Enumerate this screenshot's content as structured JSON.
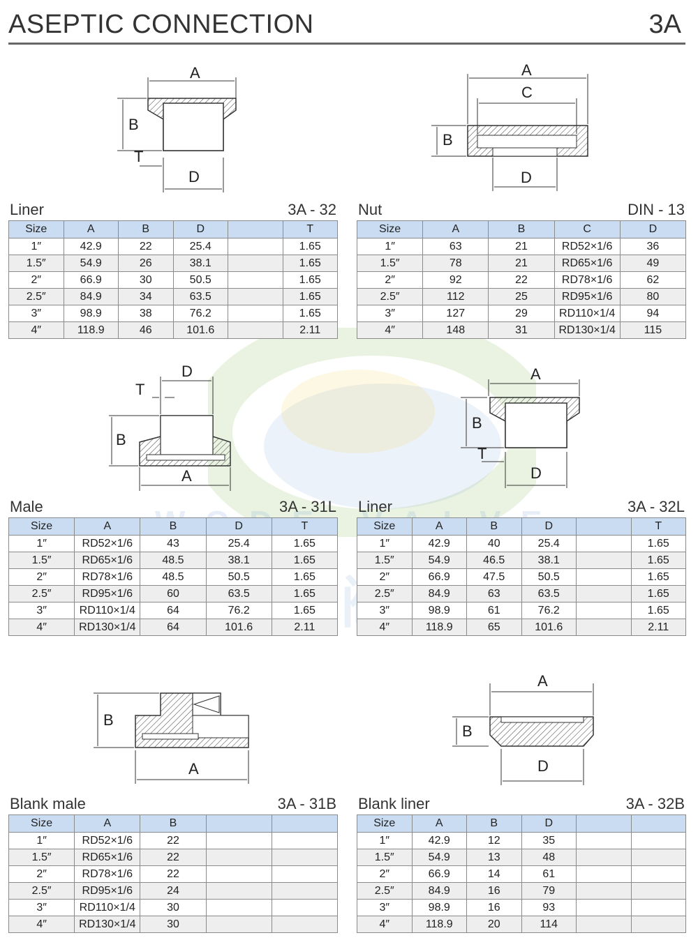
{
  "header": {
    "title": "ASEPTIC CONNECTION",
    "code": "3A"
  },
  "watermark": {
    "latin": "WODE VALVE",
    "chinese": "沃德阀业"
  },
  "diagrams": {
    "liner32": {
      "labels": [
        "A",
        "B",
        "T",
        "D"
      ]
    },
    "nut": {
      "labels": [
        "A",
        "C",
        "B",
        "D"
      ]
    },
    "male": {
      "labels": [
        "D",
        "T",
        "B",
        "A"
      ]
    },
    "liner32L": {
      "labels": [
        "A",
        "B",
        "T",
        "D"
      ]
    },
    "blankMale": {
      "labels": [
        "B",
        "A"
      ]
    },
    "blankLiner": {
      "labels": [
        "A",
        "B",
        "D"
      ]
    }
  },
  "tables": {
    "liner32": {
      "name": "Liner",
      "std": "3A - 32",
      "headers": [
        "Size",
        "A",
        "B",
        "D",
        "",
        "T"
      ],
      "rows": [
        [
          "1″",
          "42.9",
          "22",
          "25.4",
          "",
          "1.65"
        ],
        [
          "1.5″",
          "54.9",
          "26",
          "38.1",
          "",
          "1.65"
        ],
        [
          "2″",
          "66.9",
          "30",
          "50.5",
          "",
          "1.65"
        ],
        [
          "2.5″",
          "84.9",
          "34",
          "63.5",
          "",
          "1.65"
        ],
        [
          "3″",
          "98.9",
          "38",
          "76.2",
          "",
          "1.65"
        ],
        [
          "4″",
          "118.9",
          "46",
          "101.6",
          "",
          "2.11"
        ]
      ]
    },
    "nut": {
      "name": "Nut",
      "std": "DIN - 13",
      "headers": [
        "Size",
        "A",
        "B",
        "C",
        "D"
      ],
      "rows": [
        [
          "1″",
          "63",
          "21",
          "RD52×1/6",
          "36"
        ],
        [
          "1.5″",
          "78",
          "21",
          "RD65×1/6",
          "49"
        ],
        [
          "2″",
          "92",
          "22",
          "RD78×1/6",
          "62"
        ],
        [
          "2.5″",
          "112",
          "25",
          "RD95×1/6",
          "80"
        ],
        [
          "3″",
          "127",
          "29",
          "RD110×1/4",
          "94"
        ],
        [
          "4″",
          "148",
          "31",
          "RD130×1/4",
          "115"
        ]
      ]
    },
    "male": {
      "name": "Male",
      "std": "3A - 31L",
      "headers": [
        "Size",
        "A",
        "B",
        "D",
        "T"
      ],
      "rows": [
        [
          "1″",
          "RD52×1/6",
          "43",
          "25.4",
          "1.65"
        ],
        [
          "1.5″",
          "RD65×1/6",
          "48.5",
          "38.1",
          "1.65"
        ],
        [
          "2″",
          "RD78×1/6",
          "48.5",
          "50.5",
          "1.65"
        ],
        [
          "2.5″",
          "RD95×1/6",
          "60",
          "63.5",
          "1.65"
        ],
        [
          "3″",
          "RD110×1/4",
          "64",
          "76.2",
          "1.65"
        ],
        [
          "4″",
          "RD130×1/4",
          "64",
          "101.6",
          "2.11"
        ]
      ]
    },
    "liner32L": {
      "name": "Liner",
      "std": "3A - 32L",
      "headers": [
        "Size",
        "A",
        "B",
        "D",
        "",
        "T"
      ],
      "rows": [
        [
          "1″",
          "42.9",
          "40",
          "25.4",
          "",
          "1.65"
        ],
        [
          "1.5″",
          "54.9",
          "46.5",
          "38.1",
          "",
          "1.65"
        ],
        [
          "2″",
          "66.9",
          "47.5",
          "50.5",
          "",
          "1.65"
        ],
        [
          "2.5″",
          "84.9",
          "63",
          "63.5",
          "",
          "1.65"
        ],
        [
          "3″",
          "98.9",
          "61",
          "76.2",
          "",
          "1.65"
        ],
        [
          "4″",
          "118.9",
          "65",
          "101.6",
          "",
          "2.11"
        ]
      ]
    },
    "blankMale": {
      "name": "Blank male",
      "std": "3A - 31B",
      "headers": [
        "Size",
        "A",
        "B",
        "",
        ""
      ],
      "rows": [
        [
          "1″",
          "RD52×1/6",
          "22",
          "",
          ""
        ],
        [
          "1.5″",
          "RD65×1/6",
          "22",
          "",
          ""
        ],
        [
          "2″",
          "RD78×1/6",
          "22",
          "",
          ""
        ],
        [
          "2.5″",
          "RD95×1/6",
          "24",
          "",
          ""
        ],
        [
          "3″",
          "RD110×1/4",
          "30",
          "",
          ""
        ],
        [
          "4″",
          "RD130×1/4",
          "30",
          "",
          ""
        ]
      ]
    },
    "blankLiner": {
      "name": "Blank liner",
      "std": "3A - 32B",
      "headers": [
        "Size",
        "A",
        "B",
        "D",
        "",
        ""
      ],
      "rows": [
        [
          "1″",
          "42.9",
          "12",
          "35",
          "",
          ""
        ],
        [
          "1.5″",
          "54.9",
          "13",
          "48",
          "",
          ""
        ],
        [
          "2″",
          "66.9",
          "14",
          "61",
          "",
          ""
        ],
        [
          "2.5″",
          "84.9",
          "16",
          "79",
          "",
          ""
        ],
        [
          "3″",
          "98.9",
          "16",
          "93",
          "",
          ""
        ],
        [
          "4″",
          "118.9",
          "20",
          "114",
          "",
          ""
        ]
      ]
    }
  }
}
